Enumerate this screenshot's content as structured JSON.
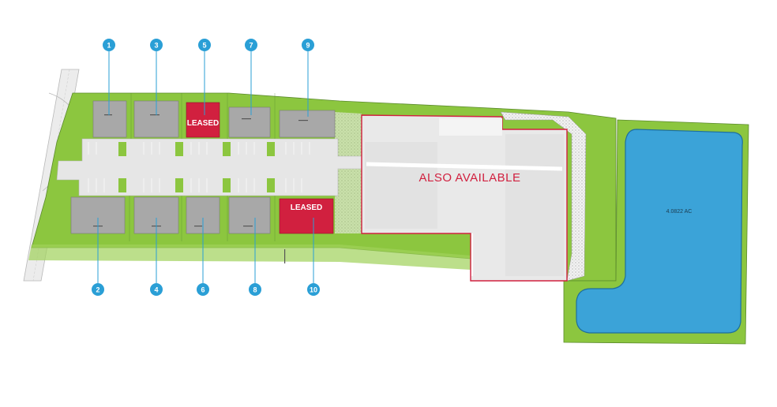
{
  "colors": {
    "lawn": "#8cc63f",
    "lawn_edge": "#5b8a2d",
    "pavement": "#e6e6e6",
    "building": "#a8a8a8",
    "leased": "#d1203f",
    "available_outline": "#d1203f",
    "pond": "#3ba3d8",
    "pin": "#2a9fd6"
  },
  "units": [
    {
      "number": "1",
      "leased": false
    },
    {
      "number": "2",
      "leased": false
    },
    {
      "number": "3",
      "leased": false
    },
    {
      "number": "4",
      "leased": false
    },
    {
      "number": "5",
      "leased": true
    },
    {
      "number": "6",
      "leased": false
    },
    {
      "number": "7",
      "leased": false
    },
    {
      "number": "8",
      "leased": false
    },
    {
      "number": "9",
      "leased": false
    },
    {
      "number": "10",
      "leased": true
    }
  ],
  "labels": {
    "leased": "LEASED",
    "also_available": "ALSO AVAILABLE",
    "pond_area": "4.0822 AC"
  }
}
